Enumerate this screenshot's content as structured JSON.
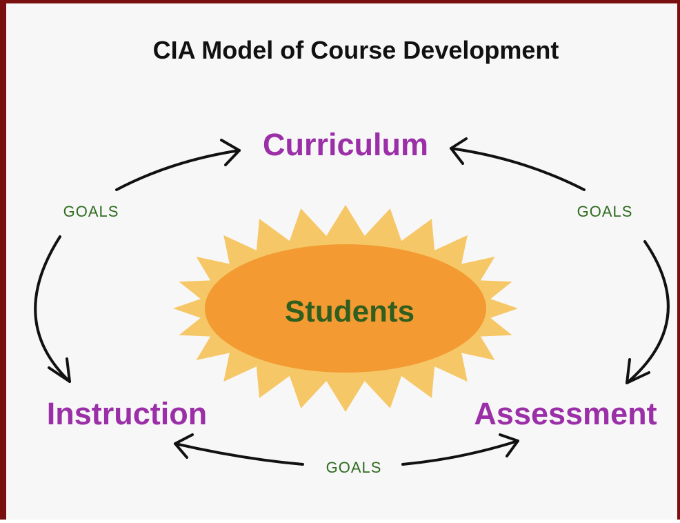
{
  "title": "CIA Model of Course Development",
  "nodes": {
    "curriculum": "Curriculum",
    "instruction": "Instruction",
    "assessment": "Assessment",
    "center": "Students"
  },
  "edges": {
    "left": "GOALS",
    "right": "GOALS",
    "bottom": "GOALS"
  },
  "colors": {
    "frame": "#7a0f0f",
    "background": "#f7f7f7",
    "node_text": "#9b2fa8",
    "center_text": "#2f5e1f",
    "goals_text": "#2f6a1f",
    "sun_rays": "#f6c766",
    "ellipse": "#f39a32",
    "arrows": "#111111"
  }
}
